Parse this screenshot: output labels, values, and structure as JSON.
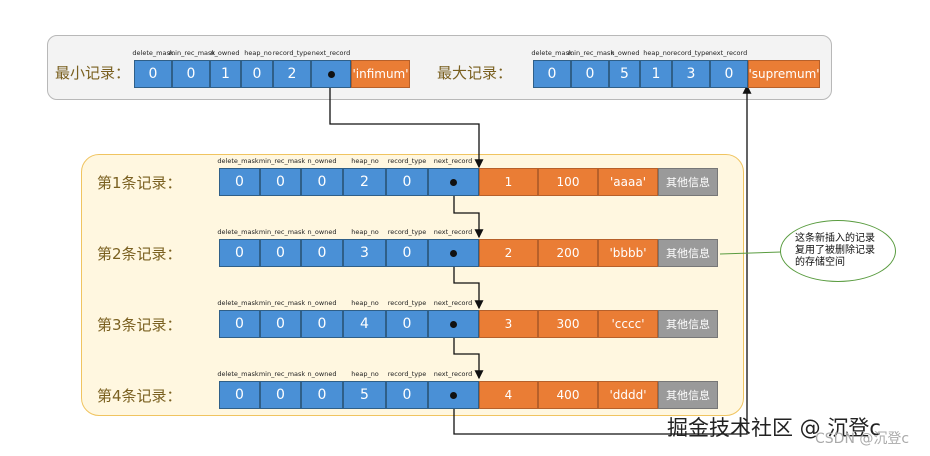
{
  "columns": [
    "delete_mask",
    "min_rec_mask",
    "n_owned",
    "heap_no",
    "record_type",
    "next_record"
  ],
  "top": {
    "min": {
      "label": "最小记录：",
      "values": [
        "0",
        "0",
        "1",
        "0",
        "2"
      ],
      "tag": "'infimum'"
    },
    "max": {
      "label": "最大记录：",
      "values": [
        "0",
        "0",
        "5",
        "1",
        "3",
        "0"
      ],
      "tag": "'supremum'"
    }
  },
  "records": [
    {
      "label": "第1条记录：",
      "header": [
        "0",
        "0",
        "0",
        "2",
        "0"
      ],
      "data": [
        "1",
        "100",
        "'aaaa'"
      ],
      "other": "其他信息"
    },
    {
      "label": "第2条记录：",
      "header": [
        "0",
        "0",
        "0",
        "3",
        "0"
      ],
      "data": [
        "2",
        "200",
        "'bbbb'"
      ],
      "other": "其他信息"
    },
    {
      "label": "第3条记录：",
      "header": [
        "0",
        "0",
        "0",
        "4",
        "0"
      ],
      "data": [
        "3",
        "300",
        "'cccc'"
      ],
      "other": "其他信息"
    },
    {
      "label": "第4条记录：",
      "header": [
        "0",
        "0",
        "0",
        "5",
        "0"
      ],
      "data": [
        "4",
        "400",
        "'dddd'"
      ],
      "other": "其他信息"
    }
  ],
  "callout": [
    "这条新插入的记录",
    "复用了被删除记录",
    "的存储空间"
  ],
  "watermark": "掘金技术社区 @ 沉登c",
  "watermark2": "CSDN @沉登c",
  "colors": {
    "header_cell": "#4a90d6",
    "data_cell": "#ea7d35",
    "other_cell": "#9a9a9a",
    "panel_top": "#f3f3f3",
    "panel_records": "#fff7e0"
  }
}
